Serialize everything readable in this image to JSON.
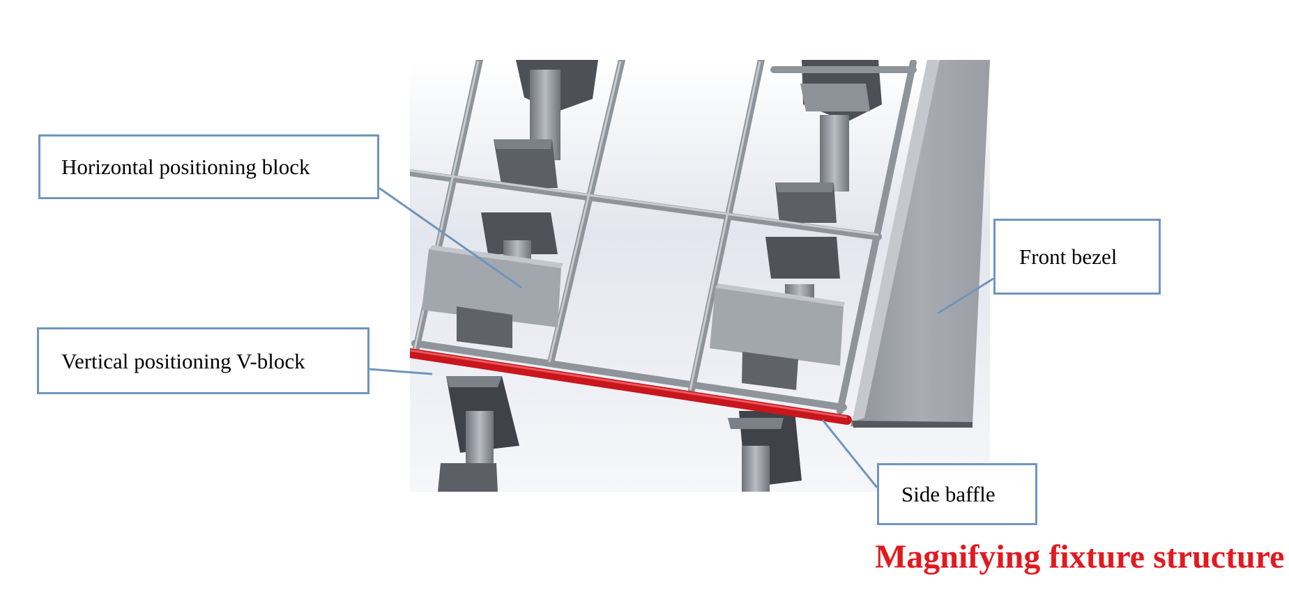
{
  "labels": {
    "horizontal_block": "Horizontal positioning block",
    "vertical_vblock": "Vertical positioning V-block",
    "front_bezel": "Front bezel",
    "side_baffle": "Side baffle"
  },
  "caption": "Magnifying fixture structure",
  "colors": {
    "callout_border": "#6f95bd",
    "caption": "#e11a1f",
    "baffle": "#c8161c",
    "rod": "#9a9fa6",
    "block_light": "#a2a7ad",
    "block_dark": "#4d5157"
  }
}
